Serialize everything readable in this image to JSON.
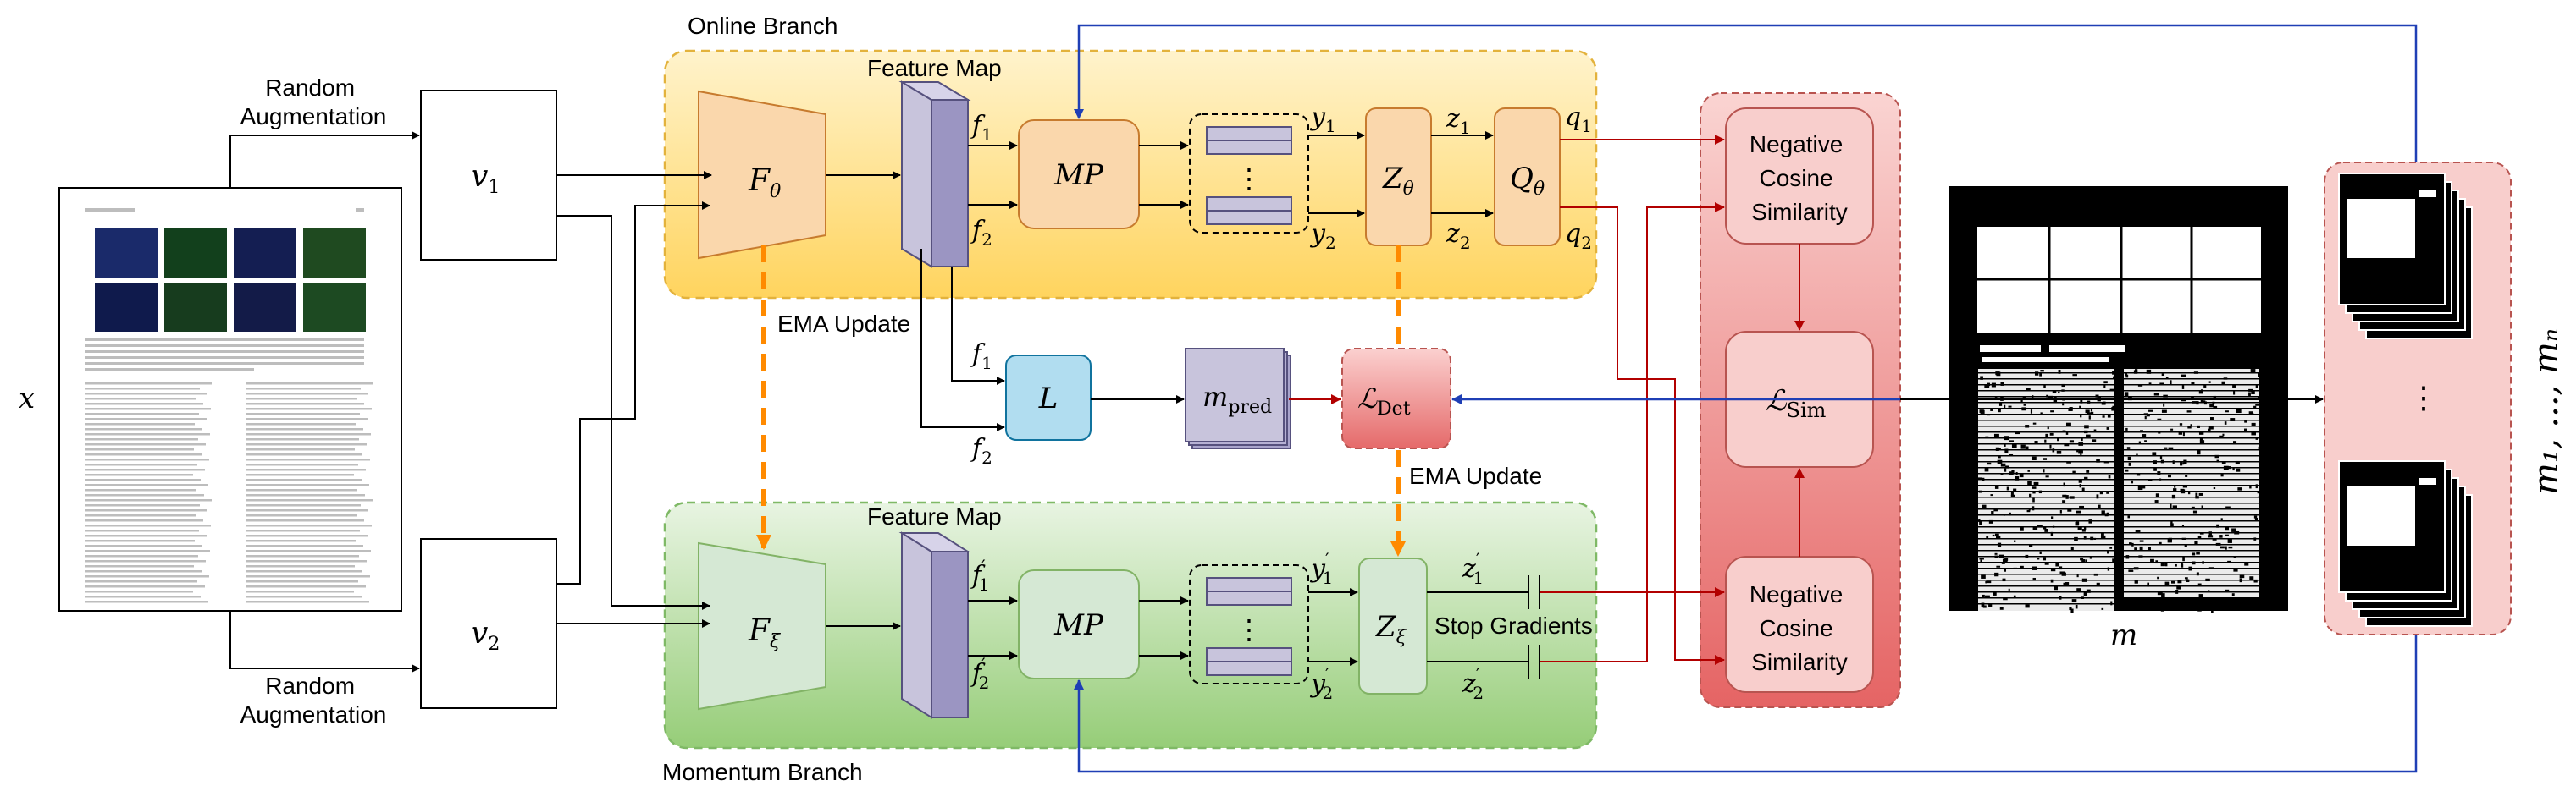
{
  "labels": {
    "online_branch": "Online Branch",
    "momentum_branch": "Momentum Branch",
    "feature_map_top": "Feature Map",
    "feature_map_bottom": "Feature Map",
    "random_aug_1": [
      "Random",
      "Augmentation"
    ],
    "random_aug_2": [
      "Random",
      "Augmentation"
    ],
    "ema_update_left": "EMA Update",
    "ema_update_right": "EMA Update",
    "stop_gradients": "Stop Gradients",
    "neg_cos_top": [
      "Negative",
      "Cosine",
      "Similarity"
    ],
    "neg_cos_bottom": [
      "Negative",
      "Cosine",
      "Similarity"
    ]
  },
  "symbols": {
    "x": "x",
    "v1": {
      "base": "v",
      "sub": "1"
    },
    "v2": {
      "base": "v",
      "sub": "2"
    },
    "F_theta": {
      "base": "F",
      "sub": "θ"
    },
    "F_xi": {
      "base": "F",
      "sub": "ξ"
    },
    "MP_top": "MP",
    "MP_bottom": "MP",
    "Z_theta": {
      "base": "Z",
      "sub": "θ"
    },
    "Z_xi": {
      "base": "Z",
      "sub": "ξ"
    },
    "Q_theta": {
      "base": "Q",
      "sub": "θ"
    },
    "L": "L",
    "m_pred": {
      "base": "m",
      "sub": "pred"
    },
    "L_det": {
      "base": "ℒ",
      "sub": "Det"
    },
    "L_sim": {
      "base": "ℒ",
      "sub": "Sim"
    },
    "m": "m",
    "m_list": "m₁, ..., mₙ",
    "f1_top": {
      "base": "f",
      "sub": "1"
    },
    "f2_top": {
      "base": "f",
      "sub": "2"
    },
    "f1_mid": {
      "base": "f",
      "sub": "1"
    },
    "f2_mid": {
      "base": "f",
      "sub": "2"
    },
    "f1_bot": {
      "base": "f",
      "sub": "1",
      "prime": "′"
    },
    "f2_bot": {
      "base": "f",
      "sub": "2",
      "prime": "′"
    },
    "y1": {
      "base": "y",
      "sub": "1"
    },
    "y2": {
      "base": "y",
      "sub": "2"
    },
    "y1p": {
      "base": "y",
      "sub": "1",
      "prime": "′"
    },
    "y2p": {
      "base": "y",
      "sub": "2",
      "prime": "′"
    },
    "z1": {
      "base": "z",
      "sub": "1"
    },
    "z2": {
      "base": "z",
      "sub": "2"
    },
    "z1p": {
      "base": "z",
      "sub": "1",
      "prime": "′"
    },
    "z2p": {
      "base": "z",
      "sub": "2",
      "prime": "′"
    },
    "q1": {
      "base": "q",
      "sub": "1"
    },
    "q2": {
      "base": "q",
      "sub": "2"
    },
    "dots": "⋮"
  },
  "colors": {
    "online_fill_top": "#fff1c4",
    "online_fill_bottom": "#ffd86b",
    "online_border": "#e3b23c",
    "momentum_fill_top": "#e6f2df",
    "momentum_fill_bottom": "#9bd07e",
    "momentum_border": "#7fb966",
    "orange_block": "#fad7ac",
    "orange_border": "#c77b2e",
    "green_block": "#d5e8d4",
    "green_border": "#82b366",
    "lavender": "#c8c4dc",
    "lavender_border": "#56517e",
    "blue_block": "#b1ddf0",
    "blue_border": "#10739e",
    "red_block": "#f19c99",
    "red_border": "#b85450",
    "pink_box": "#f8cecc",
    "sim_column_top": "#f9d2d0",
    "sim_column_bottom": "#e76a6a",
    "ema_arrow": "#ff8a00",
    "blue_arrow": "#1f3fb5",
    "red_arrow": "#b20000"
  }
}
